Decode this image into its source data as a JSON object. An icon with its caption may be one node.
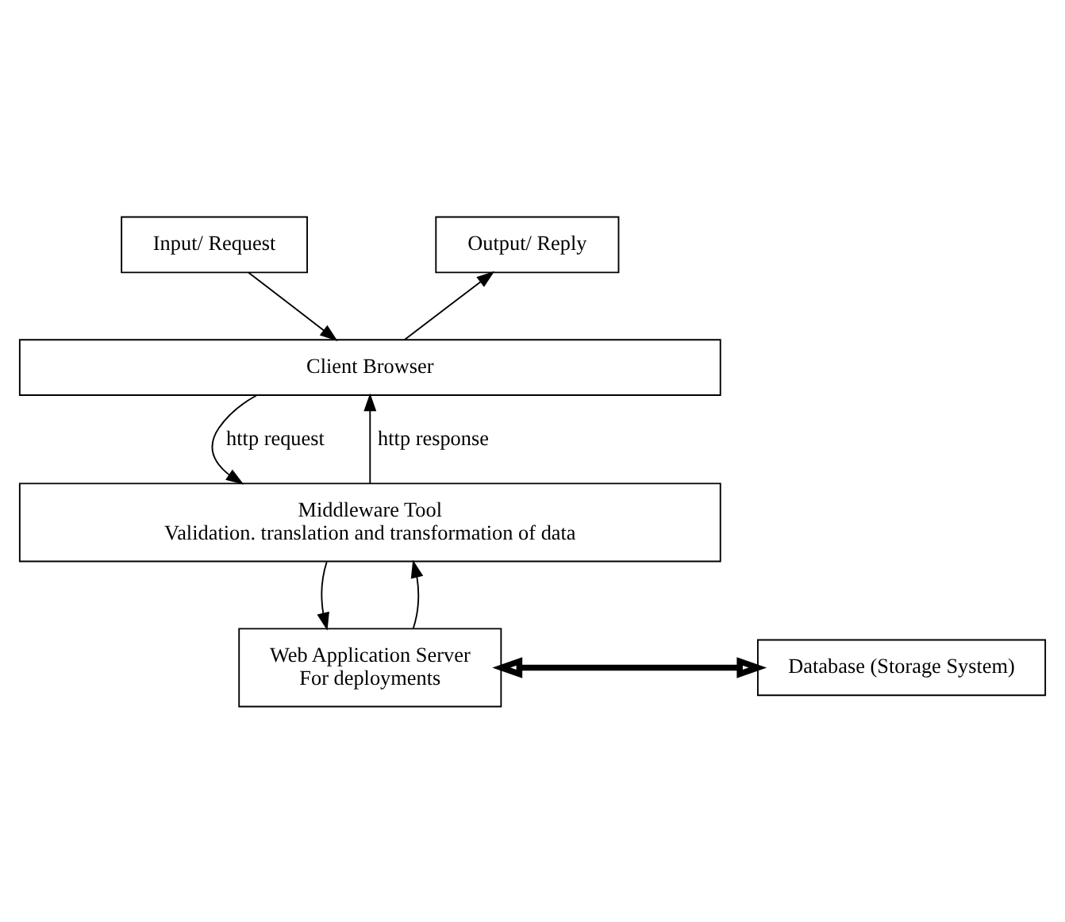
{
  "diagram": {
    "nodes": [
      {
        "text": [
          "Input/ Request"
        ]
      },
      {
        "text": [
          "Output/ Reply"
        ]
      },
      {
        "text": [
          "Client Browser"
        ]
      },
      {
        "text": [
          "Middleware Tool",
          "Validation. translation and transformation of data"
        ]
      },
      {
        "text": [
          "Web Application Server",
          "For deployments"
        ]
      },
      {
        "text": [
          "Database (Storage System)"
        ]
      }
    ],
    "edges": [
      {
        "from": 0,
        "to": 2,
        "arrow": "to"
      },
      {
        "from": 2,
        "to": 1,
        "arrow": "to"
      },
      {
        "from": 2,
        "to": 3,
        "arrow": "to",
        "label": "http request"
      },
      {
        "from": 3,
        "to": 2,
        "arrow": "to",
        "label": "http response"
      },
      {
        "from": 3,
        "to": 4,
        "arrow": "to"
      },
      {
        "from": 4,
        "to": 3,
        "arrow": "to"
      },
      {
        "from": 4,
        "to": 5,
        "arrow": "both",
        "style": "thick"
      }
    ]
  }
}
